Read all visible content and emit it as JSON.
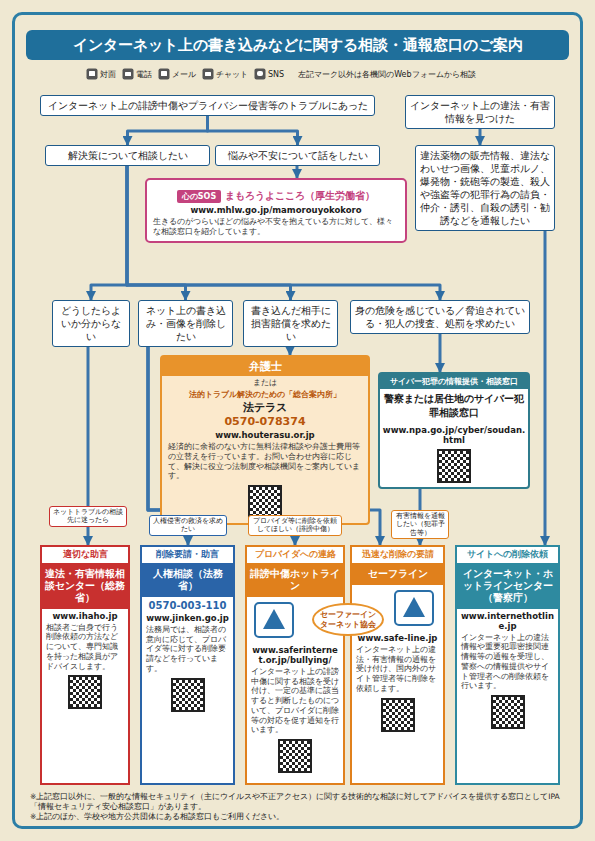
{
  "diagram": {
    "title": "インターネット上の書き込みなどに関する相談・通報窓口のご案内",
    "nodes": [
      {
        "text": [
          "インターネット上の誹謗中傷やプライバシー侵害等のトラブルにあった"
        ]
      },
      {
        "text": [
          "インターネット上の違法・有害情報を見つけた"
        ]
      },
      {
        "text": [
          "解決策について相談したい"
        ]
      },
      {
        "text": [
          "悩みや不安について話をしたい"
        ]
      },
      {
        "text": [
          "心のSOS",
          "まもろうよこころ（厚生労働省）",
          "www.mhlw.go.jp/mamorouyokokoro",
          "生きるのがつらいほどの悩みや不安を抱えている方に対して、様々な相談窓口を紹介しています。"
        ]
      },
      {
        "text": [
          "違法薬物の販売情報、違法なわいせつ画像、児童ポルノ、爆発物・銃砲等の製造、殺人や強盗等の犯罪行為の請負・仲介・誘引、自殺の誘引・勧誘などを通報したい"
        ]
      },
      {
        "text": [
          "どうしたらよいか分からない"
        ]
      },
      {
        "text": [
          "ネット上の書き込み・画像を削除したい"
        ]
      },
      {
        "text": [
          "書き込んだ相手に損害賠償を求めたい"
        ]
      },
      {
        "text": [
          "身の危険を感じている／脅迫されている・犯人の捜査、処罰を求めたい"
        ]
      },
      {
        "text": [
          "弁護士",
          "または",
          "法的トラブル解決のための「総合案内所」",
          "法テラス",
          "0570-078374",
          "www.houterasu.or.jp",
          "経済的に余裕のない方に無料法律相談や弁護士費用等の立替えを行っています。お問い合わせ内容に応じて、解決に役立つ法制度や相談機関をご案内しています。"
        ]
      },
      {
        "text": [
          "サイバー犯罪の情報提供・相談窓口",
          "警察または居住地のサイバー犯罪相談窓口",
          "www.npa.go.jp/cyber/soudan.html"
        ]
      },
      {
        "text": [
          "適切な助言",
          "違法・有害情報相談センター（総務省）",
          "www.ihaho.jp",
          "相談者ご自身で行う削除依頼の方法などについて、専門知識を持った相談員がアドバイスします。"
        ]
      },
      {
        "text": [
          "削除要請・助言",
          "人権相談（法務省）",
          "0570-003-110",
          "www.jinken.go.jp",
          "法務局では、相談者の意向に応じて、プロバイダ等に対する削除要請などを行っています。"
        ]
      },
      {
        "text": [
          "プロバイダへの連絡",
          "誹謗中傷ホットライン",
          "www.saferinternet.or.jp/bullying/",
          "インターネット上の誹謗中傷に関する相談を受け付け、一定の基準に該当すると判断したものについて、プロバイダに削除等の対応を促す通知を行います。"
        ]
      },
      {
        "text": [
          "迅速な削除の要請",
          "セーフライン",
          "www.safe-line.jp",
          "インターネット上の違法・有害情報の通報を受け付け、国内外のサイト管理者等に削除を依頼します。"
        ]
      },
      {
        "text": [
          "サイトへの削除依頼",
          "インターネット・ホットラインセンター（警察庁）",
          "www.internethotline.jp",
          "インターネット上の違法情報や重要犯罪密接関連情報等の通報を受理し、警察への情報提供やサイト管理者への削除依頼を行います。"
        ]
      },
      {
        "text": [
          "セーファーインターネット協会"
        ]
      }
    ],
    "edges": [
      {
        "from": 0,
        "to": 2,
        "arrow": "to"
      },
      {
        "from": 0,
        "to": 3,
        "arrow": "to"
      },
      {
        "from": 1,
        "to": 5,
        "arrow": "to"
      },
      {
        "from": 3,
        "to": 4,
        "arrow": "to"
      },
      {
        "from": 2,
        "to": 6,
        "arrow": "to"
      },
      {
        "from": 2,
        "to": 7,
        "arrow": "to"
      },
      {
        "from": 2,
        "to": 8,
        "arrow": "to"
      },
      {
        "from": 2,
        "to": 9,
        "arrow": "to"
      },
      {
        "from": 5,
        "to": 16,
        "arrow": "to"
      },
      {
        "from": 6,
        "to": 12,
        "label": "ネットトラブルの相談先に迷ったら",
        "arrow": "to"
      },
      {
        "from": 7,
        "to": 13,
        "label": "人権侵害の救済を求めたい",
        "arrow": "to"
      },
      {
        "from": 7,
        "to": 14,
        "label": "プロバイダ等に削除を依頼してほしい（誹謗中傷）",
        "arrow": "to"
      },
      {
        "from": 7,
        "to": 15,
        "arrow": "to"
      },
      {
        "from": 8,
        "to": 10,
        "arrow": "to"
      },
      {
        "from": 9,
        "to": 11,
        "arrow": "to"
      },
      {
        "from": 11,
        "to": 15,
        "label": "有害情報を通報したい（犯罪予告等）",
        "arrow": "to"
      }
    ],
    "labels": [
      "左記マーク以外は各機関のWebフォームから相談",
      "※上記窓口以外に、一般的な情報セキュリティ（主にウイルスや不正アクセス）に関する技術的な相談に対してアドバイスを提供する窓口としてIPA「情報セキュリティ安心相談窓口」があります。",
      "※上記のほか、学校や地方公共団体にある相談窓口もご利用ください。"
    ],
    "legend": [
      {
        "text": "対面"
      },
      {
        "text": "電話"
      },
      {
        "text": "メール"
      },
      {
        "text": "チャット"
      },
      {
        "text": "SNS"
      }
    ]
  }
}
